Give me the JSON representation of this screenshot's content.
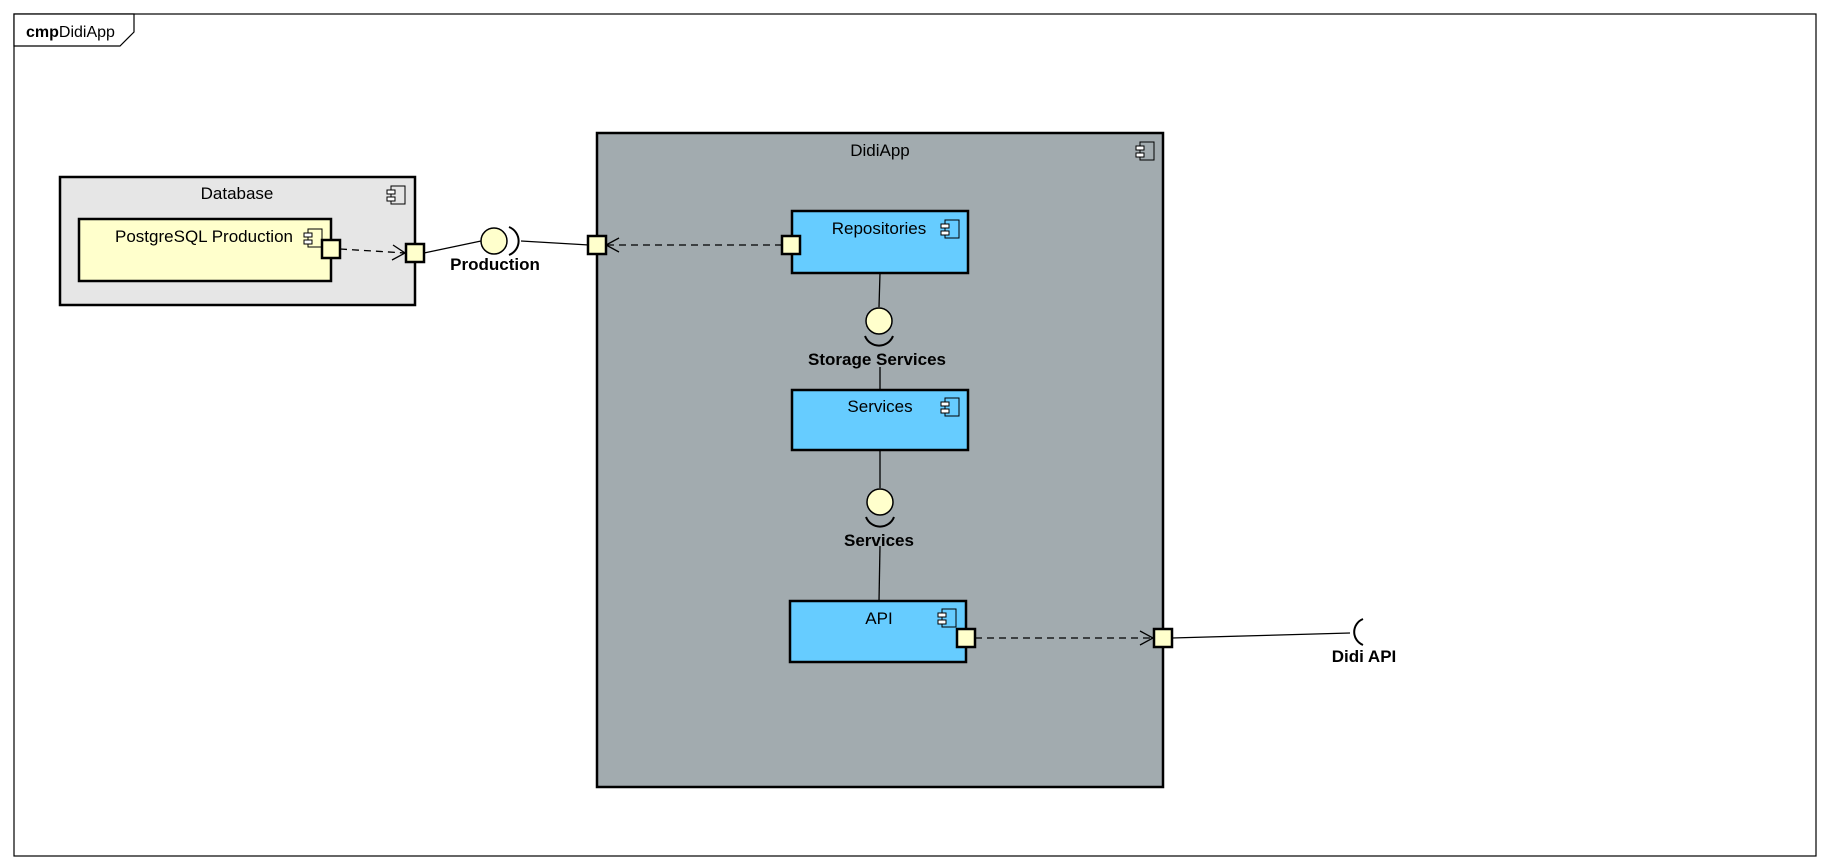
{
  "frame": {
    "keyword": "cmp",
    "name": "DidiApp"
  },
  "components": {
    "database": {
      "name": "Database",
      "fill": "#e6e6e6"
    },
    "postgres": {
      "name": "PostgreSQL Production",
      "fill": "#ffffcc"
    },
    "didiapp": {
      "name": "DidiApp",
      "fill": "#a2abaf"
    },
    "repositories": {
      "name": "Repositories",
      "fill": "#66ccff"
    },
    "services": {
      "name": "Services",
      "fill": "#66ccff"
    },
    "api": {
      "name": "API",
      "fill": "#66ccff"
    }
  },
  "interfaces": {
    "production": "Production",
    "storage_services": "Storage Services",
    "services": "Services",
    "didi_api": "Didi API"
  },
  "colors": {
    "port_fill": "#ffffcc",
    "lollipop_fill": "#ffffcc",
    "line": "#000000"
  }
}
